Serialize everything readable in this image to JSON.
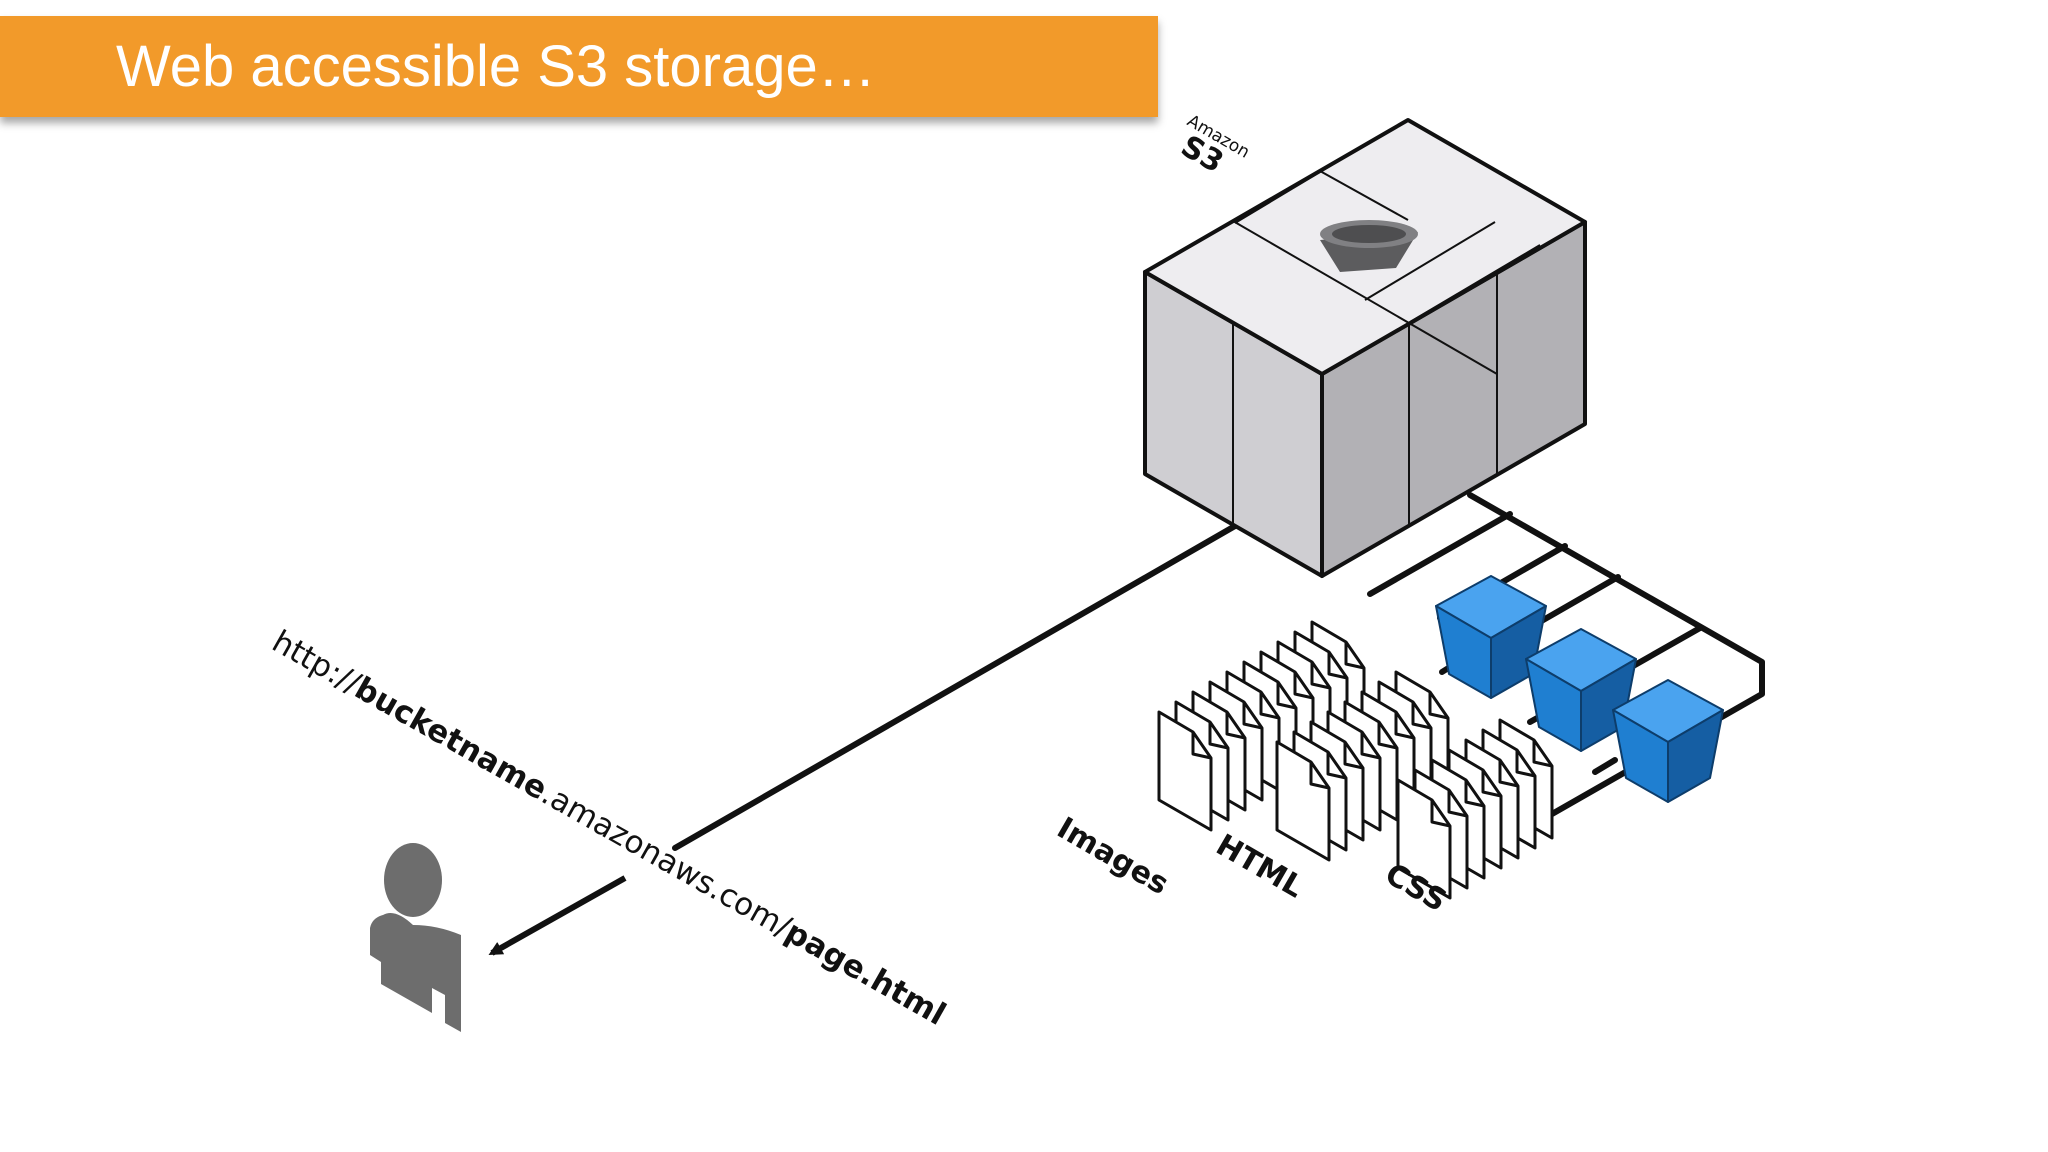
{
  "slide": {
    "title": "Web accessible S3 storage…"
  },
  "s3": {
    "brand_small": "Amazon",
    "brand_large": "S3",
    "icon": "bucket-icon"
  },
  "file_groups": [
    {
      "label": "Images",
      "icon": "document-stack-icon"
    },
    {
      "label": "HTML",
      "icon": "document-stack-icon"
    },
    {
      "label": "CSS",
      "icon": "document-stack-icon"
    }
  ],
  "buckets": [
    {
      "icon": "bucket-cube-icon",
      "color": "#1f7fd1"
    },
    {
      "icon": "bucket-cube-icon",
      "color": "#1f7fd1"
    },
    {
      "icon": "bucket-cube-icon",
      "color": "#1f7fd1"
    }
  ],
  "url": {
    "prefix": "http://",
    "bucket": "bucketname",
    "domain": ".amazonaws.com/",
    "page": "page.html"
  },
  "user": {
    "icon": "user-icon",
    "color": "#6d6d6d"
  },
  "colors": {
    "banner": "#f29a2a",
    "bucket_blue": "#1f7fd1",
    "line": "#111111"
  }
}
